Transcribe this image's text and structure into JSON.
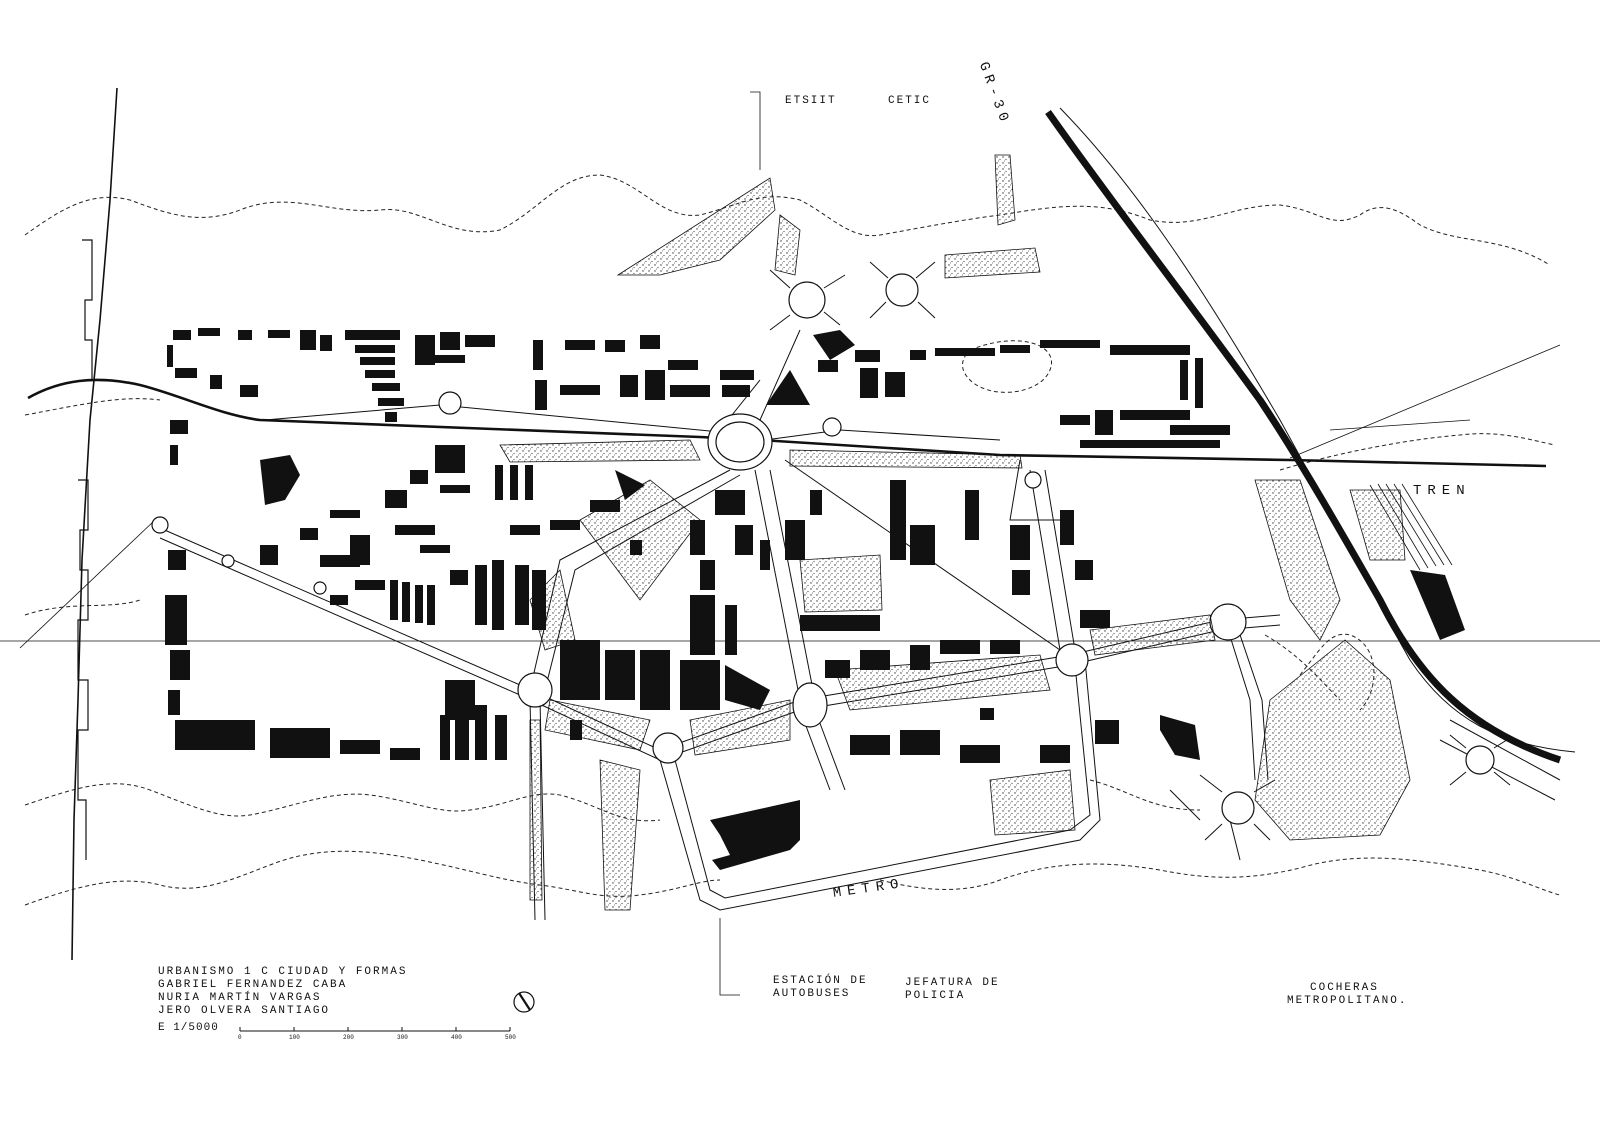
{
  "labels": {
    "road_gr30": "GR-30",
    "etsiit": "ETSIIT",
    "cetic": "CETIC",
    "tren": "TREN",
    "metro": "METRO",
    "estacion_1": "ESTACIÓN DE",
    "estacion_2": "AUTOBUSES",
    "jefatura_1": "JEFATURA DE",
    "jefatura_2": "POLICIA",
    "cocheras_1": "COCHERAS",
    "cocheras_2": "METROPOLITANO."
  },
  "title_block": {
    "line1": "URBANISMO 1 C CIUDAD Y FORMAS",
    "line2": "GABRIEL FERNANDEZ CABA",
    "line3": "NURIA MARTÍN VARGAS",
    "line4": "JERO OLVERA SANTIAGO"
  },
  "scale": {
    "label": "E 1/5000",
    "ticks": [
      "0",
      "100",
      "200",
      "300",
      "400",
      "500"
    ]
  },
  "colors": {
    "ink": "#111111",
    "paper": "#ffffff",
    "green_stipple": "#555555"
  },
  "icons": {
    "north": "north-arrow-icon"
  }
}
